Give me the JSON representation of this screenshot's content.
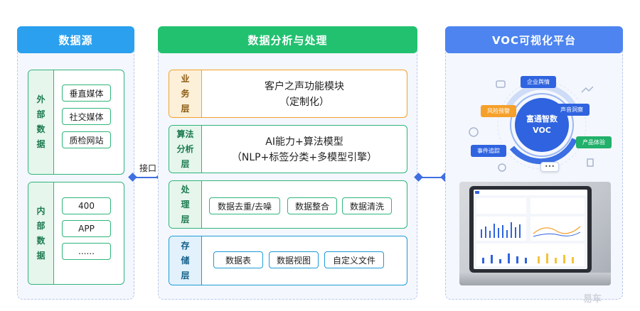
{
  "data_source": {
    "title": "数据源",
    "external": {
      "tag": [
        "外",
        "部",
        "数",
        "据"
      ],
      "items": [
        "垂直媒体",
        "社交媒体",
        "质检网站"
      ]
    },
    "internal": {
      "tag": [
        "内",
        "部",
        "数",
        "据"
      ],
      "items": [
        "400",
        "APP",
        "......"
      ]
    }
  },
  "connector": {
    "label": "接口"
  },
  "analysis": {
    "title": "数据分析与处理",
    "business": {
      "tag": [
        "业",
        "务",
        "层"
      ],
      "lines": [
        "客户之声功能模块",
        "（定制化）"
      ]
    },
    "algorithm": {
      "tag": [
        "算法",
        "分析",
        "层"
      ],
      "lines": [
        "AI能力+算法模型",
        "（NLP+标签分类+多模型引擎）"
      ]
    },
    "processing": {
      "tag": [
        "处",
        "理",
        "层"
      ],
      "items": [
        "数据去重/去噪",
        "数据整合",
        "数据清洗"
      ]
    },
    "storage": {
      "tag": [
        "存",
        "储",
        "层"
      ],
      "items": [
        "数据表",
        "数据视图",
        "自定义文件"
      ]
    }
  },
  "voc": {
    "title": "VOC可视化平台",
    "center": [
      "富通智数",
      "VOC"
    ],
    "badges": [
      "企业舆情",
      "风险预警",
      "声音洞察",
      "产品体验",
      "事件追踪"
    ],
    "more": "•••"
  },
  "watermark": "易车",
  "colors": {
    "blue_header": "#2aa0ee",
    "green_header": "#22c170",
    "voc_header": "#4d84f0",
    "orange": "#f5a02a",
    "green": "#2fb57a",
    "teal": "#1f9bd6"
  }
}
